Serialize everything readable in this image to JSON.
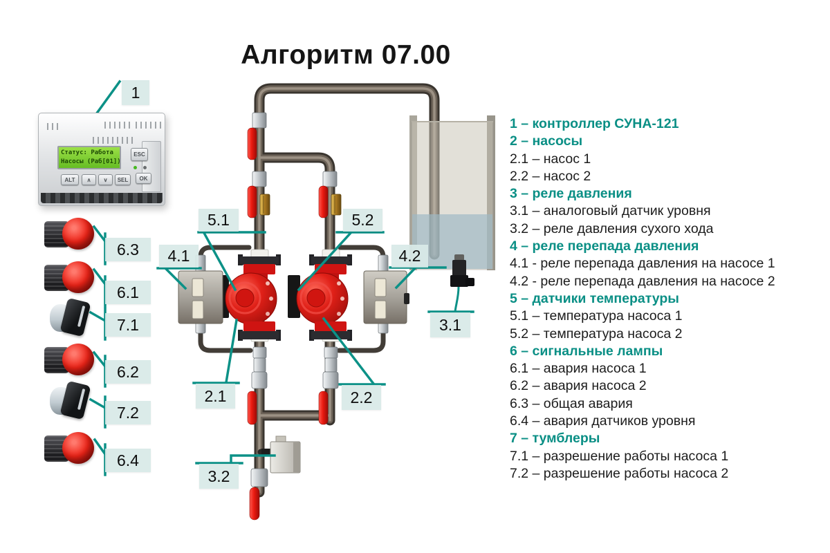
{
  "title": "Алгоритм 07.00",
  "colors": {
    "accent_teal": "#0c9187",
    "callout_bg": "#d8eae7",
    "pump_red": "#d91510",
    "valve_red": "#f02318",
    "lcd_green": "#7ed132"
  },
  "plc": {
    "lcd_line1": "Статус: Работа",
    "lcd_line2": "Насосы (Раб[01])",
    "buttons": {
      "alt": "ALT",
      "up": "∧",
      "down": "∨",
      "sel": "SEL",
      "ok": "OK",
      "esc": "ESC"
    }
  },
  "callouts": {
    "c1": "1",
    "c21": "2.1",
    "c22": "2.2",
    "c31": "3.1",
    "c32": "3.2",
    "c41": "4.1",
    "c42": "4.2",
    "c51": "5.1",
    "c52": "5.2",
    "c61": "6.1",
    "c62": "6.2",
    "c63": "6.3",
    "c64": "6.4",
    "c71": "7.1",
    "c72": "7.2"
  },
  "legend": {
    "items": [
      {
        "text": "1 – контроллер СУНА-121",
        "header": true
      },
      {
        "text": "2 – насосы",
        "header": true
      },
      {
        "text": "2.1 – насос 1",
        "header": false
      },
      {
        "text": "2.2 – насос 2",
        "header": false
      },
      {
        "text": "3 – реле давления",
        "header": true
      },
      {
        "text": "3.1 – аналоговый датчик уровня",
        "header": false
      },
      {
        "text": "3.2 – реле давления сухого хода",
        "header": false
      },
      {
        "text": "4 – реле перепада давления",
        "header": true
      },
      {
        "text": "4.1 - реле перепада давления на насосе 1",
        "header": false
      },
      {
        "text": "4.2 - реле перепада давления на насосе 2",
        "header": false
      },
      {
        "text": "5 – датчики температуры",
        "header": true
      },
      {
        "text": "5.1 – температура насоса 1",
        "header": false
      },
      {
        "text": "5.2 – температура насоса 2",
        "header": false
      },
      {
        "text": "6 – сигнальные лампы",
        "header": true
      },
      {
        "text": "6.1 – авария насоса 1",
        "header": false
      },
      {
        "text": "6.2 – авария насоса 2",
        "header": false
      },
      {
        "text": "6.3 – общая авария",
        "header": false
      },
      {
        "text": "6.4 – авария датчиков уровня",
        "header": false
      },
      {
        "text": "7 – тумблеры",
        "header": true
      },
      {
        "text": "7.1 – разрешение работы насоса 1",
        "header": false
      },
      {
        "text": "7.2 – разрешение работы насоса 2",
        "header": false
      }
    ]
  }
}
